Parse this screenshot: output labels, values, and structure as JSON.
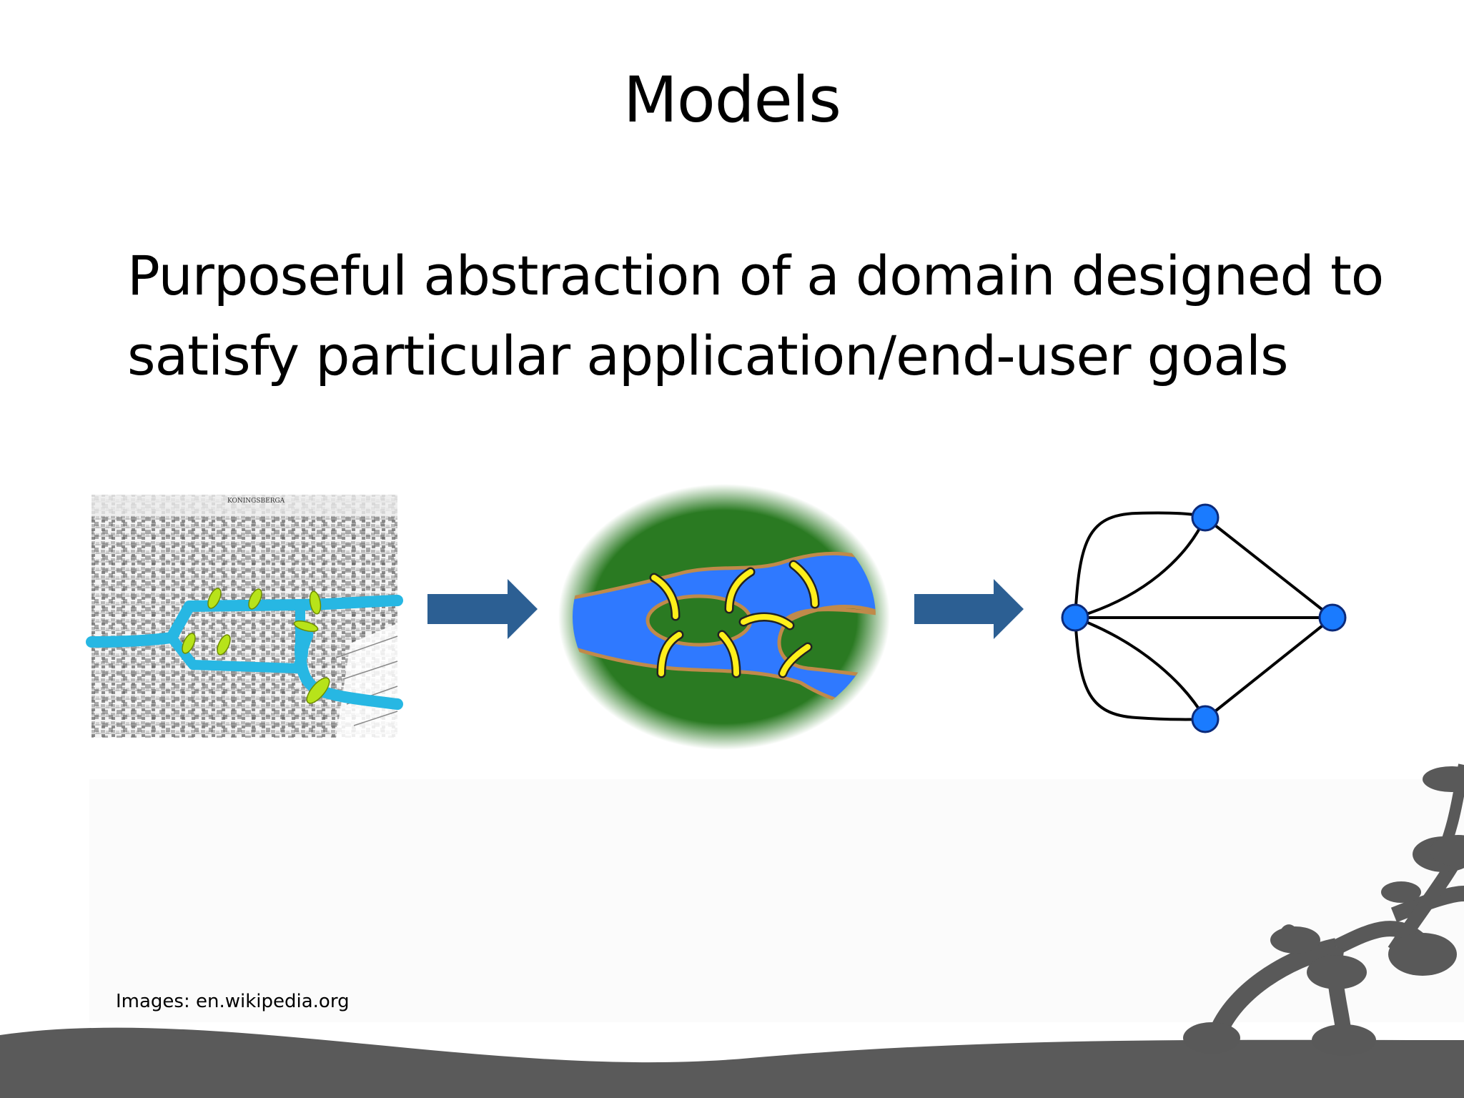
{
  "slide": {
    "title": "Models",
    "body_lines": [
      "Purposeful abstraction of a domain designed to",
      "satisfy particular application/end-user goals"
    ],
    "map_label": "KONINGSBERGA",
    "credit": "Images: en.wikipedia.org"
  },
  "icons": [
    "koenigsberg-map-image",
    "arrow-right-icon",
    "river-bridges-illustration",
    "arrow-right-icon",
    "graph-diagram",
    "branch-decoration"
  ],
  "colors": {
    "arrow": "#2c5f93",
    "river": "#2f79ff",
    "land": "#2a7a22",
    "bridge": "#ffef1a",
    "node": "#1a7bff",
    "decoration": "#595959"
  }
}
